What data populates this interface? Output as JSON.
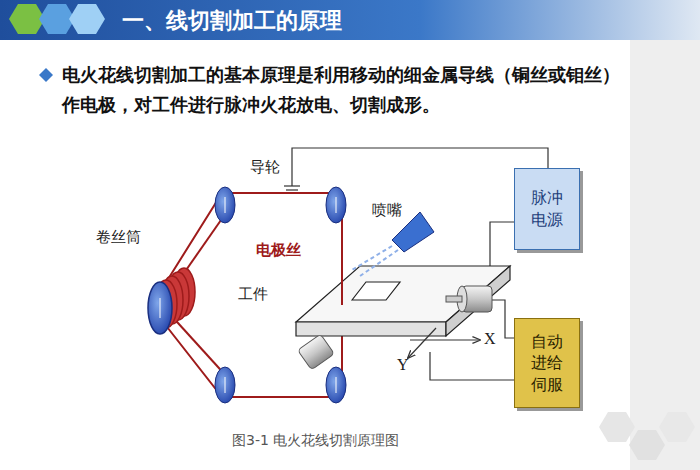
{
  "diagram": {
    "title": "一、线切割加工的原理",
    "caption": "图3-1  电火花线切割原理图",
    "nodes": [
      {
        "text": [
          "脉冲电源"
        ]
      },
      {
        "text": [
          "自动进给伺服"
        ]
      }
    ],
    "labels": [
      "电火花线切割加工的基本原理是利用移动的细金属导线（铜丝或钼丝）作电极，对工件进行脉冲火花放电、切割成形。",
      "导轮",
      "喷嘴",
      "卷丝筒",
      "电极丝",
      "工件",
      "X",
      "Y"
    ]
  }
}
